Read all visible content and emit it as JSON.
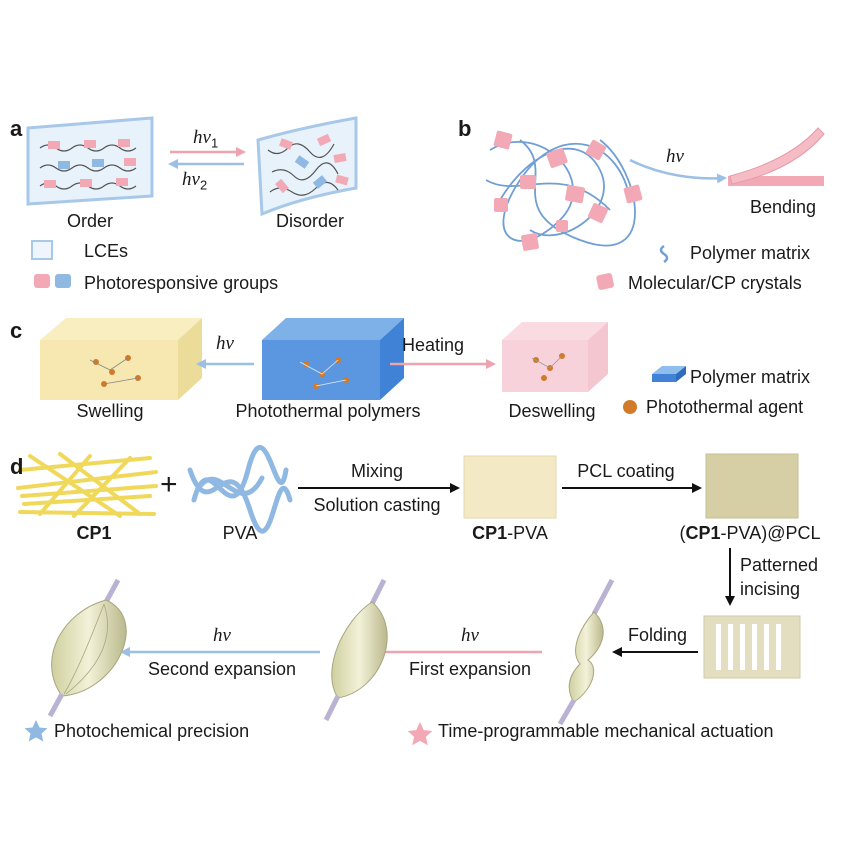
{
  "panels": {
    "a": {
      "label": "a",
      "forward_symbol": "hν",
      "forward_sub": "1",
      "reverse_symbol": "hν",
      "reverse_sub": "2",
      "state_left": "Order",
      "state_right": "Disorder",
      "legend_lce": "LCEs",
      "legend_groups": "Photoresponsive groups"
    },
    "b": {
      "label": "b",
      "arrow_label": "hν",
      "result": "Bending",
      "legend_matrix": "Polymer matrix",
      "legend_crystals": "Molecular/CP crystals"
    },
    "c": {
      "label": "c",
      "arrow_left_label": "hν",
      "arrow_right_label": "Heating",
      "state_left": "Swelling",
      "state_center": "Photothermal polymers",
      "state_right": "Deswelling",
      "legend_matrix": "Polymer matrix",
      "legend_agent": "Photothermal agent"
    },
    "d": {
      "label": "d",
      "plus": "+",
      "cp1": "CP1",
      "pva": "PVA",
      "step1_top": "Mixing",
      "step1_bottom": "Solution casting",
      "film1_bold": "CP1",
      "film1_rest": "-PVA",
      "step2": "PCL coating",
      "film2_open": "(",
      "film2_bold": "CP1",
      "film2_rest": "-PVA)@PCL",
      "step3_line1": "Patterned",
      "step3_line2": "incising",
      "step4": "Folding",
      "step5_symbol": "hν",
      "step5_label": "First expansion",
      "step6_symbol": "hν",
      "step6_label": "Second expansion",
      "legend_blue": "Photochemical precision",
      "legend_pink": "Time-programmable mechanical actuation"
    }
  },
  "colors": {
    "pink": "#f2a9b5",
    "blue": "#8fb8e3",
    "yellow": "#f3e6a6",
    "film_cream": "#f4e9c5",
    "film_khaki": "#d6cfa5",
    "dark_blue": "#3c7fd2",
    "orange": "#d07a2a"
  }
}
